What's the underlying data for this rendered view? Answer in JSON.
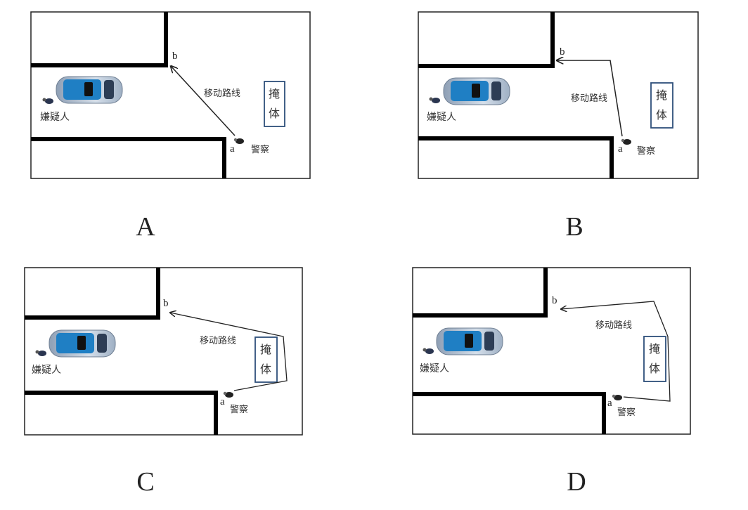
{
  "labels": {
    "point_a": "a",
    "point_b": "b",
    "path": "移动路线",
    "cover": [
      "掩",
      "体"
    ],
    "suspect": "嫌疑人",
    "police": "警察"
  },
  "options": [
    {
      "letter": "A",
      "route": "straight line from a to b"
    },
    {
      "letter": "B",
      "route": "a up beside cover then to b"
    },
    {
      "letter": "C",
      "route": "a right of cover, up, then to b"
    },
    {
      "letter": "D",
      "route": "a right past cover, up-left, then to b"
    }
  ],
  "colors": {
    "wall": "#000000",
    "cover_border": "#2e4f7a",
    "car_body": "#b9c9dc",
    "car_glass": "#1f7fc4"
  }
}
